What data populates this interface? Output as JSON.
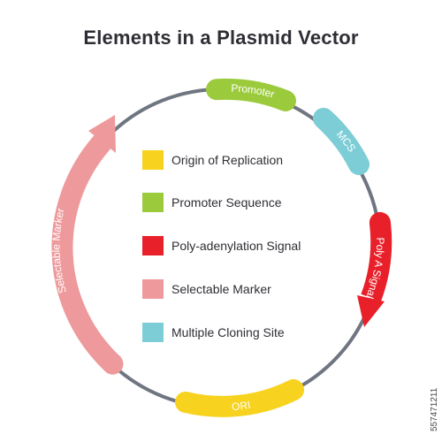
{
  "title": "Elements in a Plasmid Vector",
  "colors": {
    "ring": "#707582",
    "ori": "#f7d21e",
    "promoter": "#9bcb3c",
    "polya": "#e8202a",
    "selectable": "#ee999b",
    "mcs": "#7ccdd6",
    "text": "#2e2e35"
  },
  "segments": {
    "promoter": "Promoter",
    "mcs": "MCS",
    "polya": "Poly A Signal",
    "ori": "ORI",
    "selectable": "Selectable Marker"
  },
  "legend": [
    {
      "label": "Origin of Replication",
      "color": "#f7d21e"
    },
    {
      "label": "Promoter Sequence",
      "color": "#9bcb3c"
    },
    {
      "label": "Poly-adenylation Signal",
      "color": "#e8202a"
    },
    {
      "label": "Selectable Marker",
      "color": "#ee999b"
    },
    {
      "label": "Multiple Cloning Site",
      "color": "#7ccdd6"
    }
  ],
  "stock_id": "557471211"
}
